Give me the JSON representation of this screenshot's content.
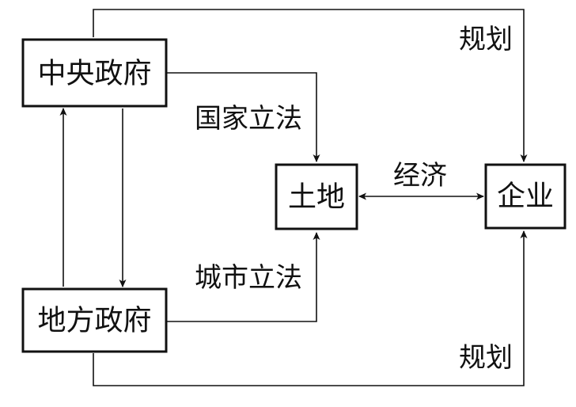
{
  "nodes": {
    "central_government": "中央政府",
    "local_government": "地方政府",
    "land": "土地",
    "enterprise": "企业"
  },
  "edges": {
    "national_legislation": "国家立法",
    "urban_legislation": "城市立法",
    "economy": "经济",
    "planning_top": "规划",
    "planning_bottom": "规划"
  },
  "colors": {
    "stroke": "#111111",
    "background": "#ffffff"
  }
}
